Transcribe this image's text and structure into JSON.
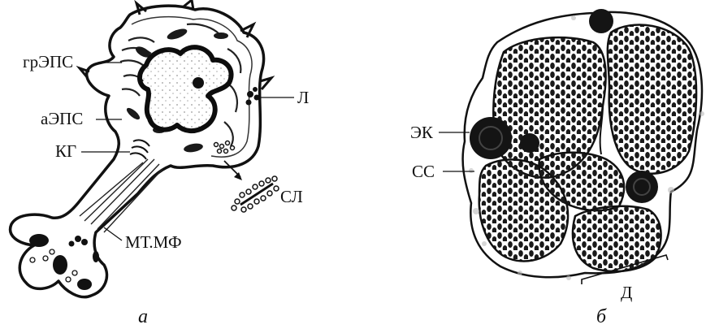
{
  "panel_a": {
    "labels": {
      "rough_er": "грЭПС",
      "smooth_er": "аЭПС",
      "golgi": "КГ",
      "lysosome": "Л",
      "synaptic_vesicles": "СЛ",
      "microtubules_filaments": "МТ.МФ"
    },
    "caption": "а"
  },
  "panel_b": {
    "labels": {
      "endothelial_capillary": "ЭК",
      "connective_tissue": "СС",
      "d": "Д"
    },
    "caption": "б"
  }
}
